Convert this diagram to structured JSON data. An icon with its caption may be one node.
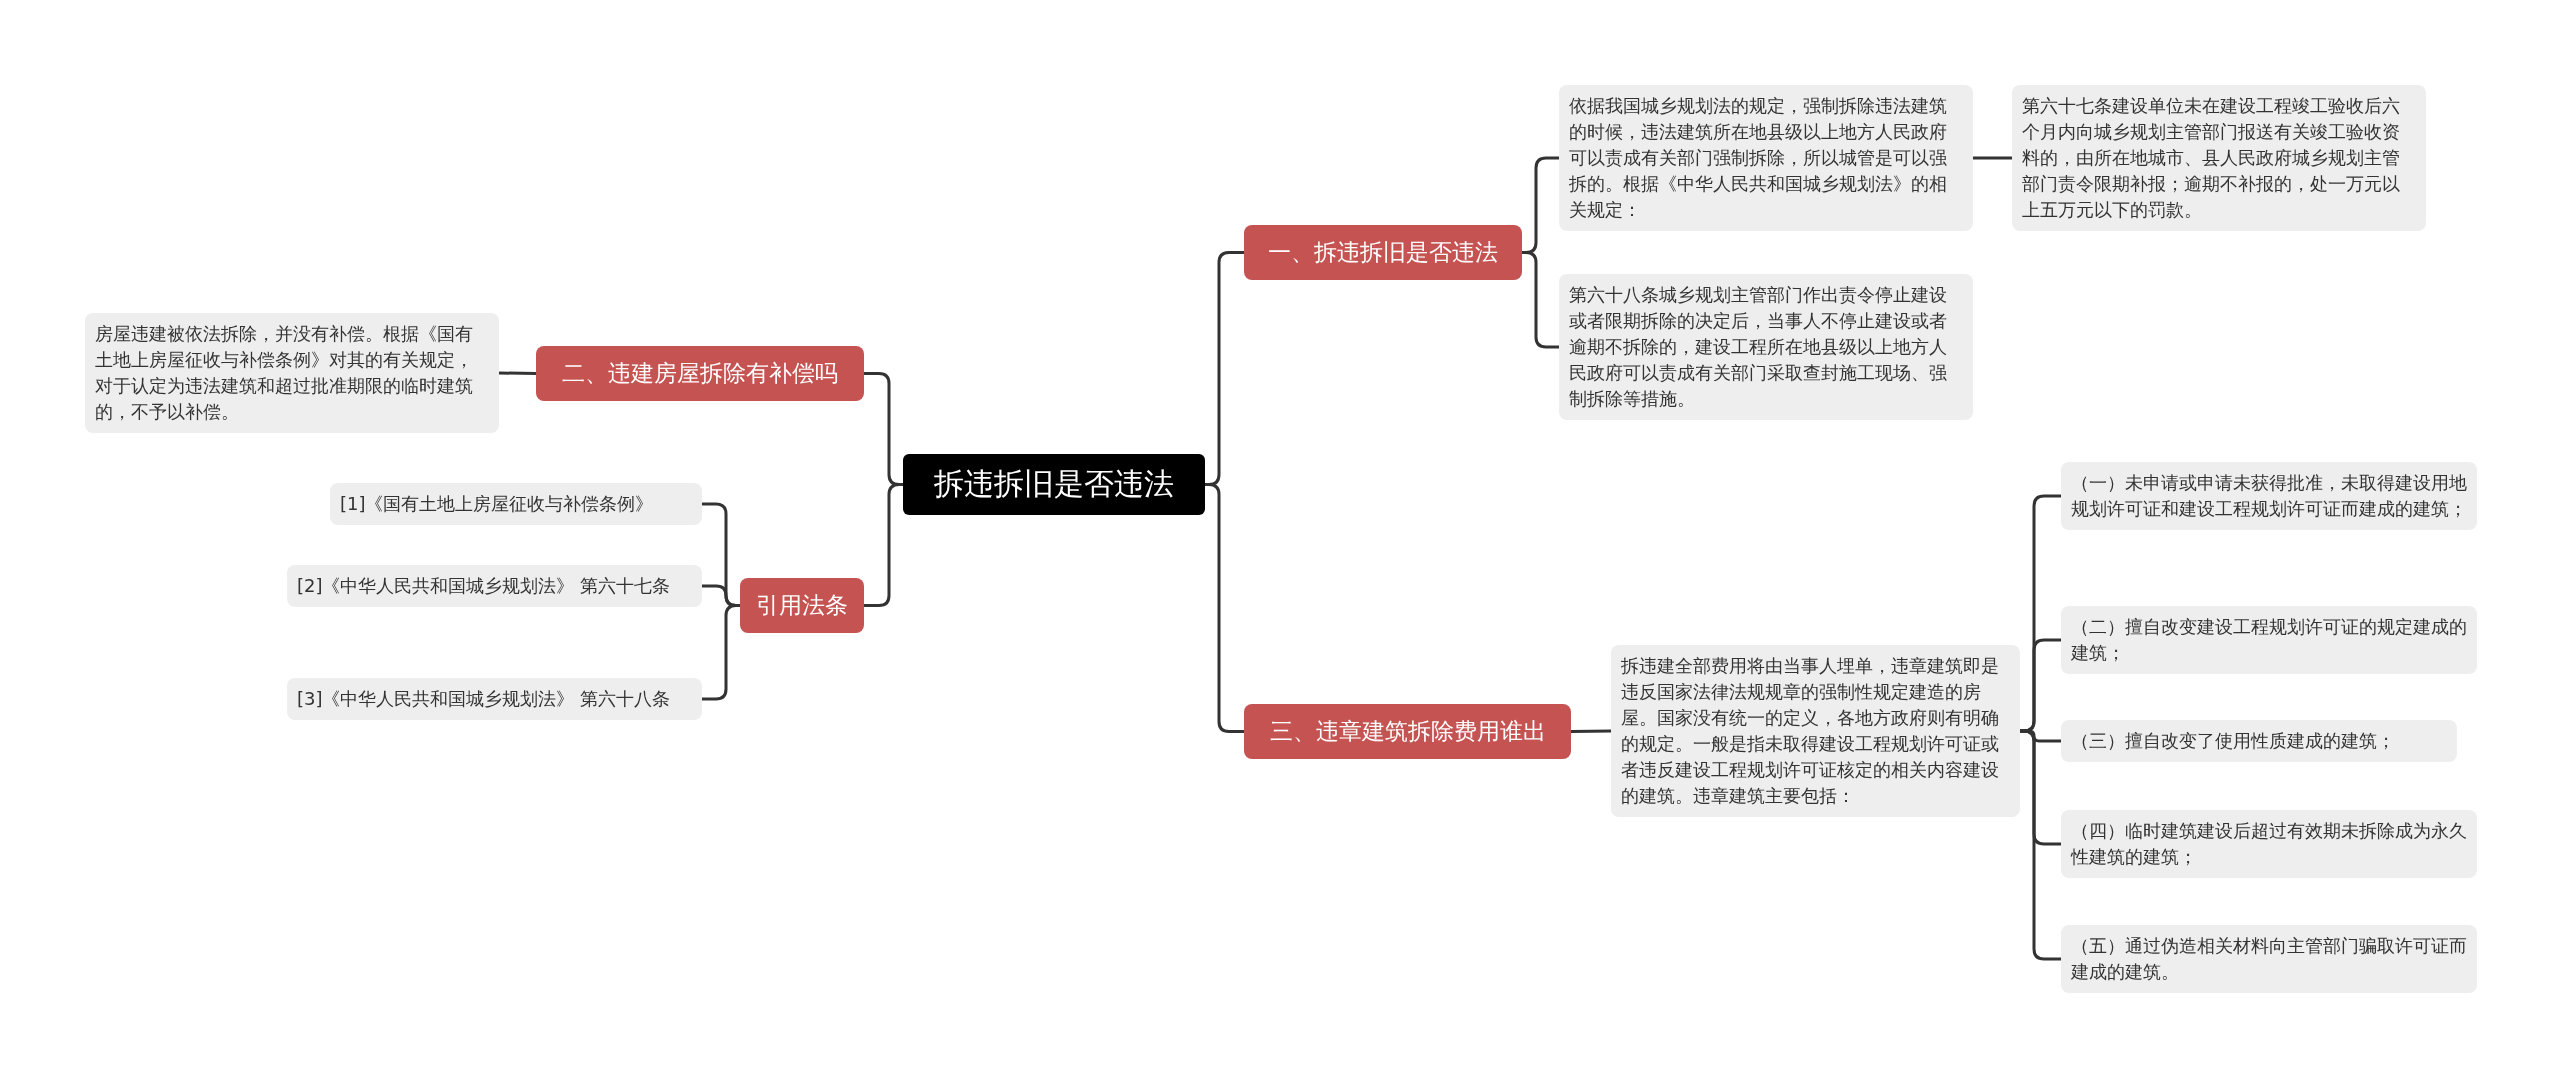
{
  "diagram": {
    "nodes": [
      {
        "text": [
          "拆违拆旧是否违法"
        ]
      },
      {
        "text": [
          "一、拆违拆旧是否违法"
        ]
      },
      {
        "text": [
          "依据我国城乡规划法的规定，强制拆除违法建筑的时候，违法建筑所在地县级以上地方人民政府可以责成有关部门强制拆除，所以城管是可以强拆的。根据《中华人民共和国城乡规划法》的相关规定："
        ]
      },
      {
        "text": [
          "第六十七条建设单位未在建设工程竣工验收后六个月内向城乡规划主管部门报送有关竣工验收资料的，由所在地城市、县人民政府城乡规划主管部门责令限期补报；逾期不补报的，处一万元以上五万元以下的罚款。"
        ]
      },
      {
        "text": [
          "第六十八条城乡规划主管部门作出责令停止建设或者限期拆除的决定后，当事人不停止建设或者逾期不拆除的，建设工程所在地县级以上地方人民政府可以责成有关部门采取查封施工现场、强制拆除等措施。"
        ]
      },
      {
        "text": [
          "二、违建房屋拆除有补偿吗"
        ]
      },
      {
        "text": [
          "房屋违建被依法拆除，并没有补偿。根据《国有土地上房屋征收与补偿条例》对其的有关规定，对于认定为违法建筑和超过批准期限的临时建筑的，不予以补偿。"
        ]
      },
      {
        "text": [
          "引用法条"
        ]
      },
      {
        "text": [
          "[1]《国有土地上房屋征收与补偿条例》"
        ]
      },
      {
        "text": [
          "[2]《中华人民共和国城乡规划法》 第六十七条"
        ]
      },
      {
        "text": [
          "[3]《中华人民共和国城乡规划法》 第六十八条"
        ]
      },
      {
        "text": [
          "三、违章建筑拆除费用谁出"
        ]
      },
      {
        "text": [
          "拆违建全部费用将由当事人埋单，违章建筑即是违反国家法律法规规章的强制性规定建造的房屋。国家没有统一的定义，各地方政府则有明确的规定。一般是指未取得建设工程规划许可证或者违反建设工程规划许可证核定的相关内容建设的建筑。违章建筑主要包括："
        ]
      },
      {
        "text": [
          "（一）未申请或申请未获得批准，未取得建设用地规划许可证和建设工程规划许可证而建成的建筑；"
        ]
      },
      {
        "text": [
          "（二）擅自改变建设工程规划许可证的规定建成的建筑；"
        ]
      },
      {
        "text": [
          "（三）擅自改变了使用性质建成的建筑；"
        ]
      },
      {
        "text": [
          "（四）临时建筑建设后超过有效期未拆除成为永久性建筑的建筑；"
        ]
      },
      {
        "text": [
          "（五）通过伪造相关材料向主管部门骗取许可证而建成的建筑。"
        ]
      }
    ],
    "edges": [
      {
        "from": 0,
        "to": 1,
        "arrow": "none"
      },
      {
        "from": 1,
        "to": 2,
        "arrow": "none"
      },
      {
        "from": 2,
        "to": 3,
        "arrow": "none"
      },
      {
        "from": 1,
        "to": 4,
        "arrow": "none"
      },
      {
        "from": 0,
        "to": 5,
        "arrow": "none"
      },
      {
        "from": 5,
        "to": 6,
        "arrow": "none"
      },
      {
        "from": 0,
        "to": 7,
        "arrow": "none"
      },
      {
        "from": 7,
        "to": 8,
        "arrow": "none"
      },
      {
        "from": 7,
        "to": 9,
        "arrow": "none"
      },
      {
        "from": 7,
        "to": 10,
        "arrow": "none"
      },
      {
        "from": 0,
        "to": 11,
        "arrow": "none"
      },
      {
        "from": 11,
        "to": 12,
        "arrow": "none"
      },
      {
        "from": 12,
        "to": 13,
        "arrow": "none"
      },
      {
        "from": 12,
        "to": 14,
        "arrow": "none"
      },
      {
        "from": 12,
        "to": 15,
        "arrow": "none"
      },
      {
        "from": 12,
        "to": 16,
        "arrow": "none"
      },
      {
        "from": 12,
        "to": 17,
        "arrow": "none"
      }
    ]
  }
}
